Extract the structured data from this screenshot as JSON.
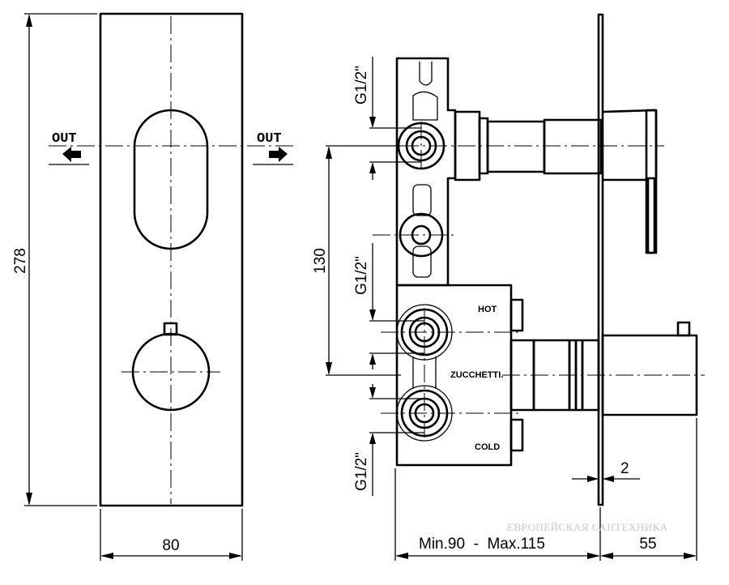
{
  "labels": {
    "dim_height": "278",
    "dim_width": "80",
    "dim_center": "130",
    "dim_depth_range": "Min.90  -  Max.115",
    "dim_plate": "2",
    "dim_protrusion": "55",
    "thread_top": "G1/2\"",
    "thread_mid": "G1/2\"",
    "thread_bot": "G1/2\"",
    "out_left": "OUT",
    "out_right": "OUT",
    "hot": "HOT",
    "cold": "COLD",
    "brand": "ZUCCHETTI.",
    "watermark": "ЕВРОПЕЙСКАЯ САНТЕХНИКА"
  }
}
